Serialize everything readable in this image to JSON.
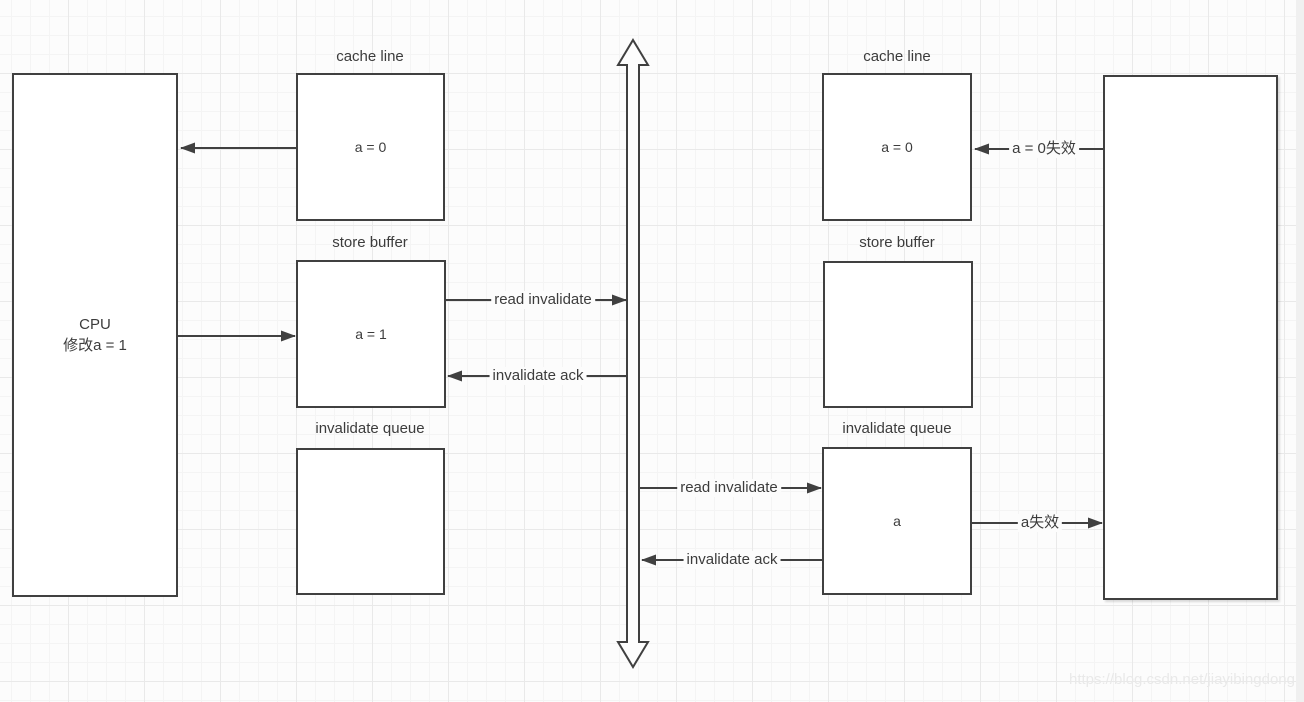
{
  "colors": {
    "line": "#404040",
    "text": "#3c3c3c",
    "grid_minor": "#f4f4f4",
    "grid_major": "#e9e9e9",
    "background": "#fcfcfc",
    "watermark": "#e9e9e9"
  },
  "cpu_left": {
    "line1": "CPU",
    "line2": "修改a = 1"
  },
  "cpu_right": {
    "value": ""
  },
  "left_column": {
    "cache_line": {
      "title": "cache line",
      "value": "a = 0"
    },
    "store_buffer": {
      "title": "store buffer",
      "value": "a = 1"
    },
    "invalidate_queue": {
      "title": "invalidate queue",
      "value": ""
    }
  },
  "right_column": {
    "cache_line": {
      "title": "cache line",
      "value": "a = 0"
    },
    "store_buffer": {
      "title": "store buffer",
      "value": ""
    },
    "invalidate_queue": {
      "title": "invalidate queue",
      "value": "a"
    }
  },
  "arrow_labels": {
    "left_read_invalidate": "read invalidate",
    "left_invalidate_ack": "invalidate ack",
    "right_read_invalidate": "read invalidate",
    "right_invalidate_ack": "invalidate ack",
    "cache_line_invalidate": "a = 0失效",
    "queue_entry_invalidate": "a失效"
  },
  "watermark": "https://blog.csdn.net/jiayibingdong"
}
